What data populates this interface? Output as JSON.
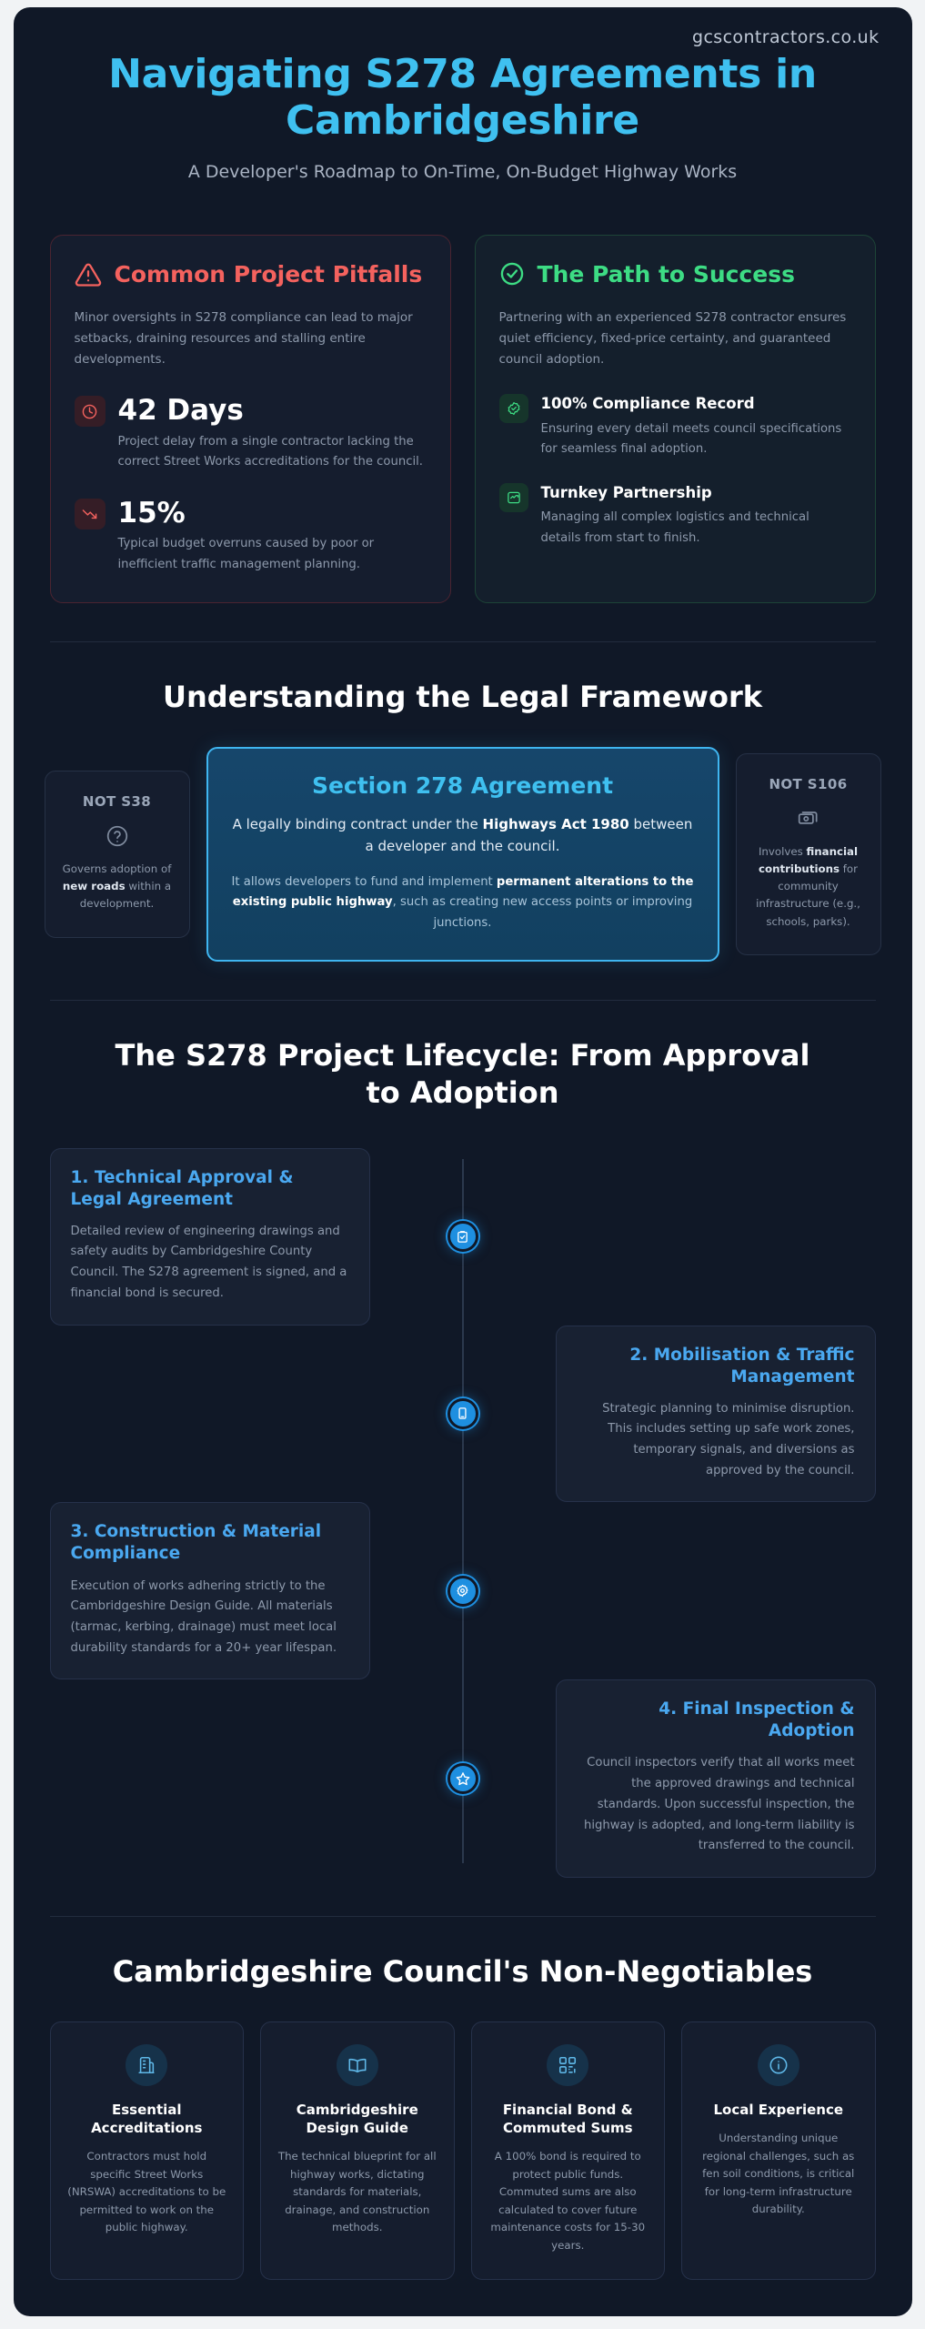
{
  "watermark": "gcscontractors.co.uk",
  "header": {
    "title": "Navigating S278 Agreements in Cambridgeshire",
    "subtitle": "A Developer's Roadmap to On-Time, On-Budget Highway Works"
  },
  "colors": {
    "page_bg": "#101827",
    "accent_blue": "#3fc0f0",
    "danger_red": "#f4625e",
    "success_green": "#3ddc84",
    "timeline_blue": "#1e8fe0",
    "muted_text": "#8d99ab"
  },
  "pitfalls": {
    "icon": "alert-triangle-icon",
    "title": "Common Project Pitfalls",
    "lede": "Minor oversights in S278 compliance can lead to major setbacks, draining resources and stalling entire developments.",
    "stats": [
      {
        "icon": "clock-icon",
        "value": "42 Days",
        "desc": "Project delay from a single contractor lacking the correct Street Works accreditations for the council."
      },
      {
        "icon": "trending-down-icon",
        "value": "15%",
        "desc": "Typical budget overruns caused by poor or inefficient traffic management planning."
      }
    ]
  },
  "success": {
    "icon": "check-circle-icon",
    "title": "The Path to Success",
    "lede": "Partnering with an experienced S278 contractor ensures quiet efficiency, fixed-price certainty, and guaranteed council adoption.",
    "items": [
      {
        "icon": "badge-check-icon",
        "title": "100% Compliance Record",
        "desc": "Ensuring every detail meets council specifications for seamless final adoption."
      },
      {
        "icon": "handshake-icon",
        "title": "Turnkey Partnership",
        "desc": "Managing all complex logistics and technical details from start to finish."
      }
    ]
  },
  "legal": {
    "section_title": "Understanding the Legal Framework",
    "left": {
      "tag": "NOT S38",
      "icon": "question-circle-icon",
      "body_pre": "Governs adoption of ",
      "body_bold": "new roads",
      "body_post": " within a development."
    },
    "center": {
      "title": "Section 278 Agreement",
      "p1_pre": "A legally binding contract under the ",
      "p1_bold": "Highways Act 1980",
      "p1_post": " between a developer and the council.",
      "p2_pre": "It allows developers to fund and implement ",
      "p2_bold": "permanent alterations to the existing public highway",
      "p2_post": ", such as creating new access points or improving junctions."
    },
    "right": {
      "tag": "NOT S106",
      "icon": "banknotes-icon",
      "body_pre": "Involves ",
      "body_bold": "financial contributions",
      "body_post": " for community infrastructure (e.g., schools, parks)."
    }
  },
  "lifecycle": {
    "section_title": "The S278 Project Lifecycle: From Approval to Adoption",
    "steps": [
      {
        "side": "left",
        "icon": "clipboard-check-icon",
        "title": "1. Technical Approval & Legal Agreement",
        "desc": "Detailed review of engineering drawings and safety audits by Cambridgeshire County Council. The S278 agreement is signed, and a financial bond is secured."
      },
      {
        "side": "right",
        "icon": "traffic-cone-icon",
        "title": "2. Mobilisation & Traffic Management",
        "desc": "Strategic planning to minimise disruption. This includes setting up safe work zones, temporary signals, and diversions as approved by the council."
      },
      {
        "side": "left",
        "icon": "gear-icon",
        "title": "3. Construction & Material Compliance",
        "desc": "Execution of works adhering strictly to the Cambridgeshire Design Guide. All materials (tarmac, kerbing, drainage) must meet local durability standards for a 20+ year lifespan."
      },
      {
        "side": "right",
        "icon": "star-icon",
        "title": "4. Final Inspection & Adoption",
        "desc": "Council inspectors verify that all works meet the approved drawings and technical standards. Upon successful inspection, the highway is adopted, and long-term liability is transferred to the council."
      }
    ]
  },
  "nonnegotiables": {
    "section_title": "Cambridgeshire Council's Non-Negotiables",
    "cards": [
      {
        "icon": "certificate-icon",
        "title": "Essential Accreditations",
        "body": "Contractors must hold specific Street Works (NRSWA) accreditations to be permitted to work on the public highway."
      },
      {
        "icon": "book-icon",
        "title": "Cambridgeshire Design Guide",
        "body": "The technical blueprint for all highway works, dictating standards for materials, drainage, and construction methods."
      },
      {
        "icon": "qr-code-icon",
        "title": "Financial Bond & Commuted Sums",
        "body": "A 100% bond is required to protect public funds. Commuted sums are also calculated to cover future maintenance costs for 15-30 years."
      },
      {
        "icon": "info-circle-icon",
        "title": "Local Experience",
        "body": "Understanding unique regional challenges, such as fen soil conditions, is critical for long-term infrastructure durability."
      }
    ]
  }
}
